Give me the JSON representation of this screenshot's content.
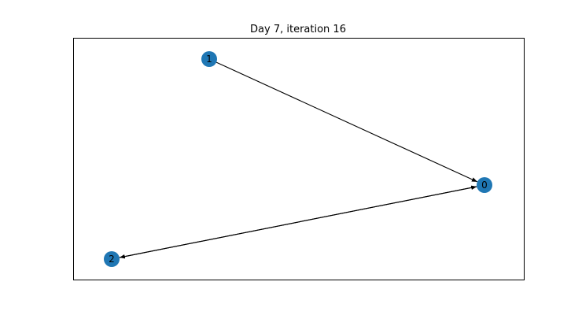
{
  "figure": {
    "title": "Day 7, iteration 16"
  },
  "graph": {
    "node_color": "#1f77b4",
    "edge_color": "#000000",
    "directed": true,
    "nodes": [
      {
        "id": "0",
        "label": "0"
      },
      {
        "id": "1",
        "label": "1"
      },
      {
        "id": "2",
        "label": "2"
      }
    ],
    "edges": [
      {
        "source": "1",
        "target": "0"
      },
      {
        "source": "2",
        "target": "0"
      },
      {
        "source": "0",
        "target": "2"
      }
    ]
  }
}
